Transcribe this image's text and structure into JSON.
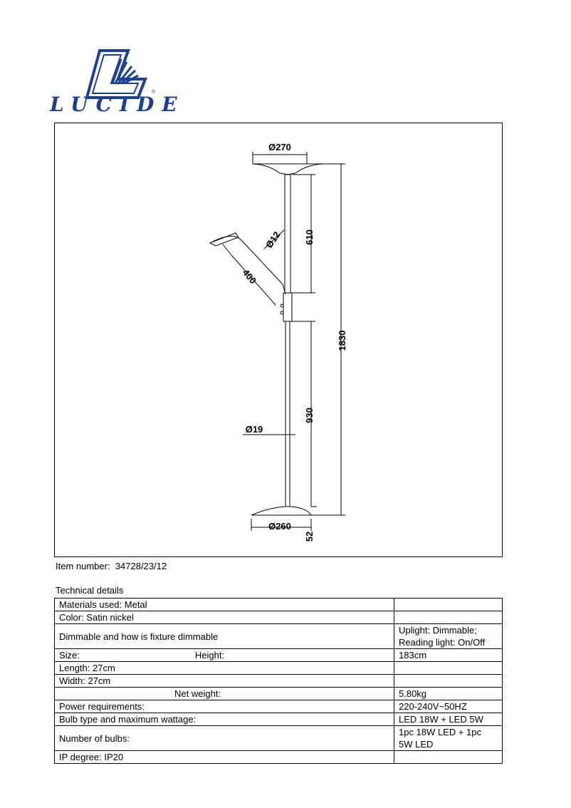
{
  "brand": {
    "name": "LUCIDE",
    "reg": "®",
    "color": "#1a3f96"
  },
  "drawing": {
    "dims": {
      "top_diameter": "Ø270",
      "upper_height": "610",
      "arm_diameter": "Ø12",
      "arm_length": "400",
      "total_height": "1830",
      "lower_height": "930",
      "pole_diameter": "Ø19",
      "base_diameter": "Ø260",
      "base_height": "52"
    }
  },
  "item": {
    "label": "Item number:",
    "value": "34728/23/12"
  },
  "technical": {
    "title": "Technical details",
    "rows": [
      {
        "left": "Materials used:  Metal",
        "right": ""
      },
      {
        "left": "Color:  Satin nickel",
        "right": ""
      },
      {
        "left": "Dimmable and how is fixture dimmable",
        "right": "Uplight: Dimmable; Reading light: On/Off"
      },
      {
        "left": "Size:",
        "left2": "Height:",
        "right": "183cm"
      },
      {
        "left": "Length:  27cm",
        "right": ""
      },
      {
        "left": "Width:  27cm",
        "right": ""
      },
      {
        "left": "Net weight:",
        "right": "5.80kg"
      },
      {
        "left": "Power requirements:",
        "right": "220-240V~50HZ"
      },
      {
        "left": "Bulb type and maximum wattage:",
        "right": "LED 18W + LED 5W"
      },
      {
        "left": "Number of bulbs:",
        "right": "1pc 18W LED + 1pc 5W LED"
      },
      {
        "left": "IP degree:  IP20",
        "right": ""
      }
    ]
  }
}
